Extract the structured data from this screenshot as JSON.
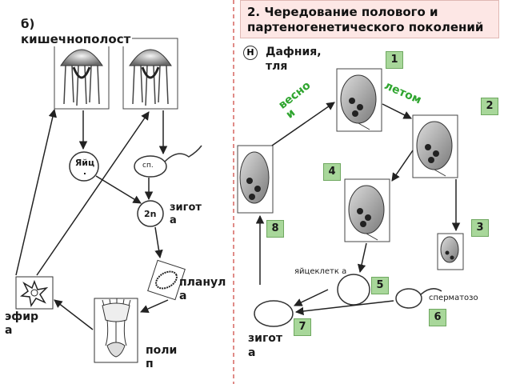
{
  "left_panel": {
    "heading_line1": "б)",
    "heading_line2": "кишечнополост",
    "egg_label": "Яйц .",
    "sperm_label": "сп.",
    "zygote_label": "2n",
    "zygote_caption": "зигот а",
    "planula_caption": "планул а",
    "ephyra_caption": "эфир а",
    "polyp_caption": "поли п"
  },
  "right_panel": {
    "title": "2. Чередование полового и партеногенетического поколений",
    "h_marker": "Н",
    "subtitle": "Дафния, тля",
    "spring_label": "весно и",
    "summer_label": "летом",
    "egg_cell_caption": "яйцеклетк а",
    "sperm_caption": "сперматозо",
    "zygote_caption": "зигот а",
    "steps": [
      "1",
      "2",
      "3",
      "4",
      "5",
      "6",
      "7",
      "8"
    ]
  },
  "colors": {
    "divider": "#e08b87",
    "title_bg": "#fde7e5",
    "step_badge": "#a8d79a",
    "season_text": "#2fa52f"
  }
}
